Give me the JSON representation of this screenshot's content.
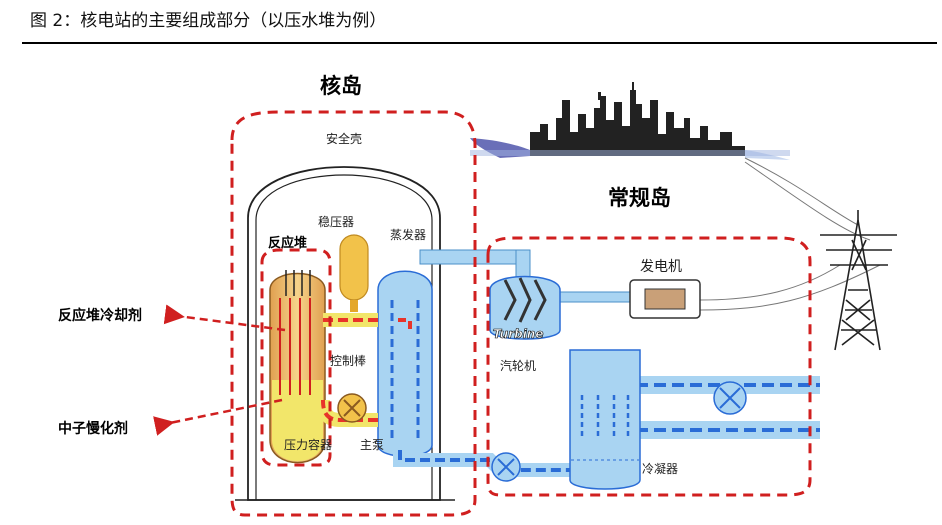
{
  "caption": "图 2：核电站的主要组成部分（以压水堆为例）",
  "labels": {
    "nuclear_island": "核岛",
    "conventional_island": "常规岛",
    "containment": "安全壳",
    "pressurizer": "稳压器",
    "reactor": "反应堆",
    "steam_generator": "蒸发器",
    "generator": "发电机",
    "turbine_text": "Turbine",
    "turbine": "汽轮机",
    "control_rods": "控制棒",
    "pressure_vessel": "压力容器",
    "main_pump": "主泵",
    "condenser": "冷凝器",
    "reactor_coolant": "反应堆冷却剂",
    "moderator": "中子慢化剂"
  },
  "colors": {
    "loop_dash": "#d01f1f",
    "primary_loop": "#e8342a",
    "secondary_loop": "#2a6cd6",
    "pipe_blue": "#a9d4f2",
    "vessel_yellow": "#f2e66a"
  }
}
